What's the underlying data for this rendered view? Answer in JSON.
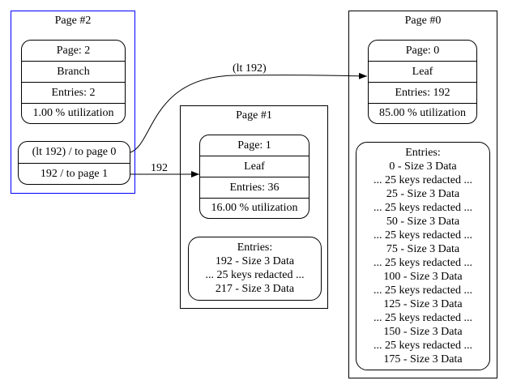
{
  "clusters": {
    "page2": {
      "title": "Page #2",
      "header": [
        "Page: 2",
        "Branch",
        "Entries: 2",
        "1.00 % utilization"
      ],
      "pointers": [
        "(lt 192) / to page 0",
        "192 / to page 1"
      ]
    },
    "page1": {
      "title": "Page #1",
      "header": [
        "Page: 1",
        "Leaf",
        "Entries: 36",
        "16.00 % utilization"
      ],
      "entries": [
        "Entries:",
        "192 - Size 3 Data",
        "... 25 keys redacted ...",
        "217 - Size 3 Data"
      ]
    },
    "page0": {
      "title": "Page #0",
      "header": [
        "Page: 0",
        "Leaf",
        "Entries: 192",
        "85.00 % utilization"
      ],
      "entries": [
        "Entries:",
        "0 - Size 3 Data",
        "... 25 keys redacted ...",
        "25 - Size 3 Data",
        "... 25 keys redacted ...",
        "50 - Size 3 Data",
        "... 25 keys redacted ...",
        "75 - Size 3 Data",
        "... 25 keys redacted ...",
        "100 - Size 3 Data",
        "... 25 keys redacted ...",
        "125 - Size 3 Data",
        "... 25 keys redacted ...",
        "150 - Size 3 Data",
        "... 25 keys redacted ...",
        "175 - Size 3 Data"
      ]
    }
  },
  "edges": {
    "to_page0_label": "(lt   192)",
    "to_page1_label": "192"
  },
  "colors": {
    "page2_border": "#0000ff",
    "default_border": "#000000"
  }
}
